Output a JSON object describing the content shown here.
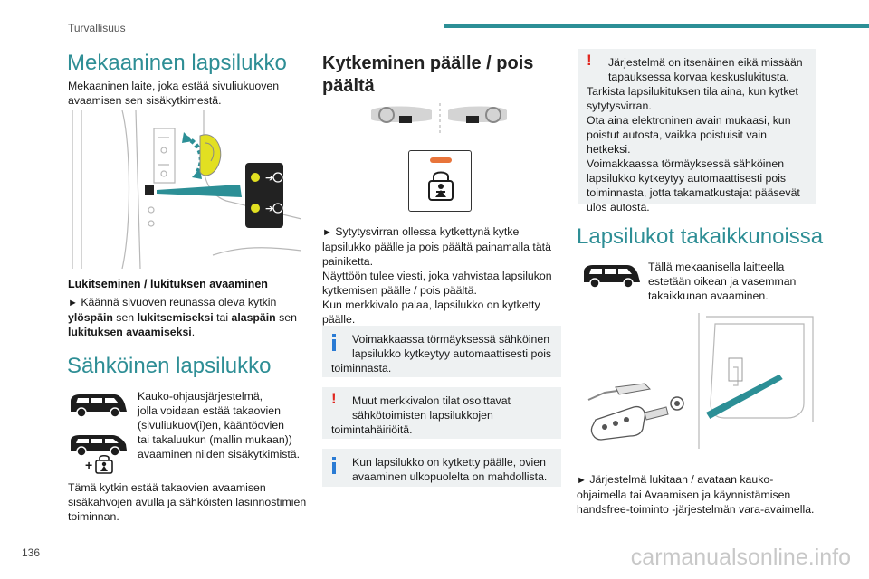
{
  "header": {
    "section": "Turvallisuus"
  },
  "footer": {
    "page_number": "136",
    "watermark": "carmanualsonline.info"
  },
  "col1": {
    "title": "Mekaaninen lapsilukko",
    "intro_1": "Mekaaninen laite, joka estää sivuliukuoven",
    "intro_2": "avaamisen sen sisäkytkimestä.",
    "sub_heading": "Lukitseminen / lukituksen avaaminen",
    "step_1": "Käännä sivuoven reunassa oleva kytkin",
    "step_2a": "ylöspäin",
    "step_2b": " sen ",
    "step_2c": "lukitsemiseksi",
    "step_2d": " tai ",
    "step_2e": "alaspäin",
    "step_2f": " sen",
    "step_3a": "lukituksen avaamiseksi",
    "step_3b": ".",
    "title_2": "Sähköinen lapsilukko",
    "elec_1": "Kauko-ohjausjärjestelmä,",
    "elec_2": "jolla voidaan estää takaovien",
    "elec_3": "(sivuliukuov(i)en, kääntöovien",
    "elec_4": "tai takaluukun (mallin mukaan))",
    "elec_5": "avaaminen niiden sisäkytkimistä.",
    "elec_6": "Tämä kytkin estää takaovien avaamisen",
    "elec_7": "sisäkahvojen avulla ja sähköisten lasinnostimien",
    "elec_8": "toiminnan."
  },
  "col2": {
    "title_1": "Kytkeminen päälle / pois",
    "title_2": "päältä",
    "p1": "Sytytysvirran ollessa kytkettynä kytke",
    "p2": "lapsilukko päälle ja pois päältä painamalla tätä",
    "p3": "painiketta.",
    "p4": "Näyttöön tulee viesti, joka vahvistaa lapsilukon",
    "p5": "kytkemisen päälle / pois päältä.",
    "p6": "Kun merkkivalo palaa, lapsilukko on kytketty",
    "p7": "päälle.",
    "note1_1": "Voimakkaassa törmäyksessä sähköinen",
    "note1_2": "lapsilukko kytkeytyy automaattisesti pois",
    "note1_3": "toiminnasta.",
    "note2_1": "Muut merkkivalon tilat osoittavat",
    "note2_2": "sähkötoimisten lapsilukkojen",
    "note2_3": "toimintahäiriöitä.",
    "note3_1": "Kun lapsilukko on kytketty päälle, ovien",
    "note3_2": "avaaminen ulkopuolelta on mahdollista."
  },
  "col3": {
    "warn_1": "Järjestelmä on itsenäinen eikä missään",
    "warn_2": "tapauksessa korvaa keskuslukitusta.",
    "warn_3": "Tarkista lapsilukituksen tila aina, kun kytket",
    "warn_4": "sytytysvirran.",
    "warn_5": "Ota aina elektroninen avain mukaasi, kun",
    "warn_6": "poistut autosta, vaikka poistuisit vain hetkeksi.",
    "warn_7": "Voimakkaassa törmäyksessä sähköinen",
    "warn_8": "lapsilukko kytkeytyy automaattisesti pois",
    "warn_9": "toiminnasta, jotta takamatkustajat pääsevät",
    "warn_10": "ulos autosta.",
    "title": "Lapsilukot takaikkunoissa",
    "win_1": "Tällä mekaanisella laitteella",
    "win_2": "estetään oikean ja vasemman",
    "win_3": "takaikkunan avaaminen.",
    "final_1": "Järjestelmä lukitaan / avataan kauko-",
    "final_2": "ohjaimella tai Avaamisen ja käynnistämisen",
    "final_3": "handsfree-toiminto -järjestelmän vara-avaimella."
  },
  "symbols": {
    "step_arrow": "►",
    "warning": "!",
    "plus": "+"
  },
  "colors": {
    "accent": "#2c8f96",
    "heading": "#2e8e95",
    "note_bg": "#eef1f2",
    "warning": "#e0261f",
    "info": "#2a7bd4",
    "indicator": "#e8743a"
  }
}
